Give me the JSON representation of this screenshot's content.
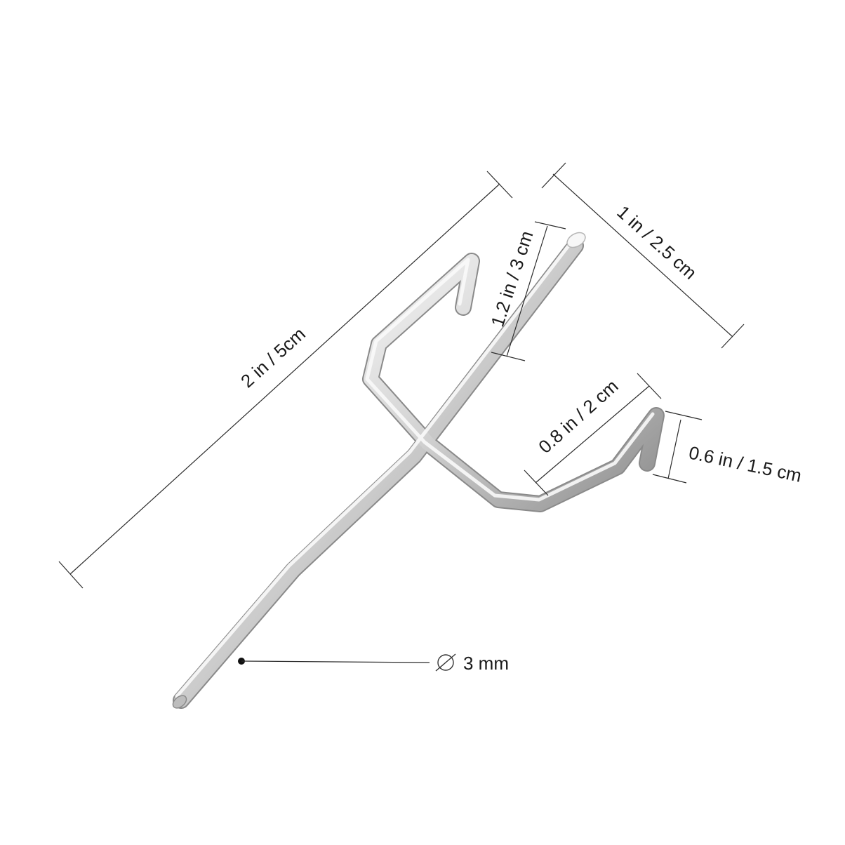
{
  "dimensions": {
    "overall_length": "2 in / 5cm",
    "hook_width": "1 in / 2.5 cm",
    "rear_prong_height": "1.2 in / 3 cm",
    "front_arm_length": "0.8 in / 2 cm",
    "front_tip_height": "0.6 in / 1.5 cm",
    "wire_diameter": "3 mm"
  },
  "colors": {
    "background": "#ffffff",
    "metal_light": "#f2f2f2",
    "metal_mid": "#c4c4c4",
    "metal_dark": "#8a8a8a",
    "line": "#2b2b2b"
  }
}
